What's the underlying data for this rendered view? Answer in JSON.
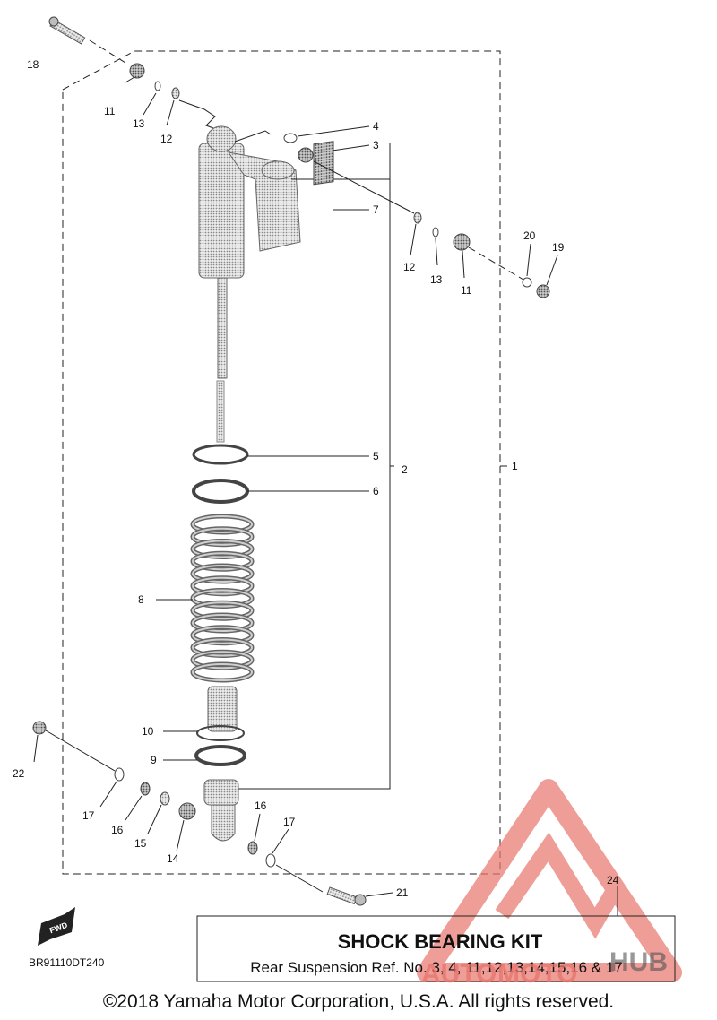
{
  "diagram": {
    "drawing_code": "BR91110DT240",
    "fwd_label": "FWD",
    "copyright": "©2018 Yamaha Motor Corporation, U.S.A. All rights reserved.",
    "kit": {
      "ref_number": "24",
      "title": "SHOCK BEARING KIT",
      "subtitle": "Rear Suspension Ref. No. 3, 4, 11,12,13,14,15,16 & 17"
    },
    "callouts": {
      "c1": "1",
      "c2": "2",
      "c3": "3",
      "c4": "4",
      "c5": "5",
      "c6": "6",
      "c7": "7",
      "c8": "8",
      "c9": "9",
      "c10": "10",
      "c11a": "11",
      "c11b": "11",
      "c12a": "12",
      "c12b": "12",
      "c13a": "13",
      "c13b": "13",
      "c14": "14",
      "c15": "15",
      "c16a": "16",
      "c16b": "16",
      "c17a": "17",
      "c17b": "17",
      "c18": "18",
      "c19": "19",
      "c20": "20",
      "c21": "21",
      "c22": "22"
    },
    "watermark": {
      "part1": "AUTO",
      "part2": "MOTO",
      "part3": "HUB",
      "color": "#e8746c"
    }
  }
}
